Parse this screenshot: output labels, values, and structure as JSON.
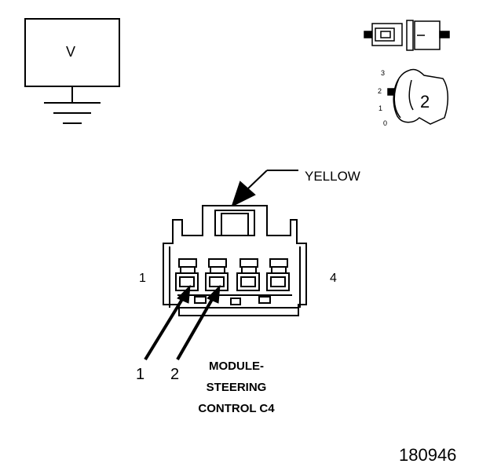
{
  "meter": {
    "label": "V"
  },
  "ignition": {
    "positions": [
      "3",
      "2",
      "1",
      "0"
    ],
    "selected": "2"
  },
  "connector": {
    "wire_color": "YELLOW",
    "pin_first": "1",
    "pin_last": "4"
  },
  "leads": [
    "1",
    "2"
  ],
  "title_lines": [
    "MODULE-",
    "STEERING",
    "CONTROL C4"
  ],
  "figure_number": "180946"
}
